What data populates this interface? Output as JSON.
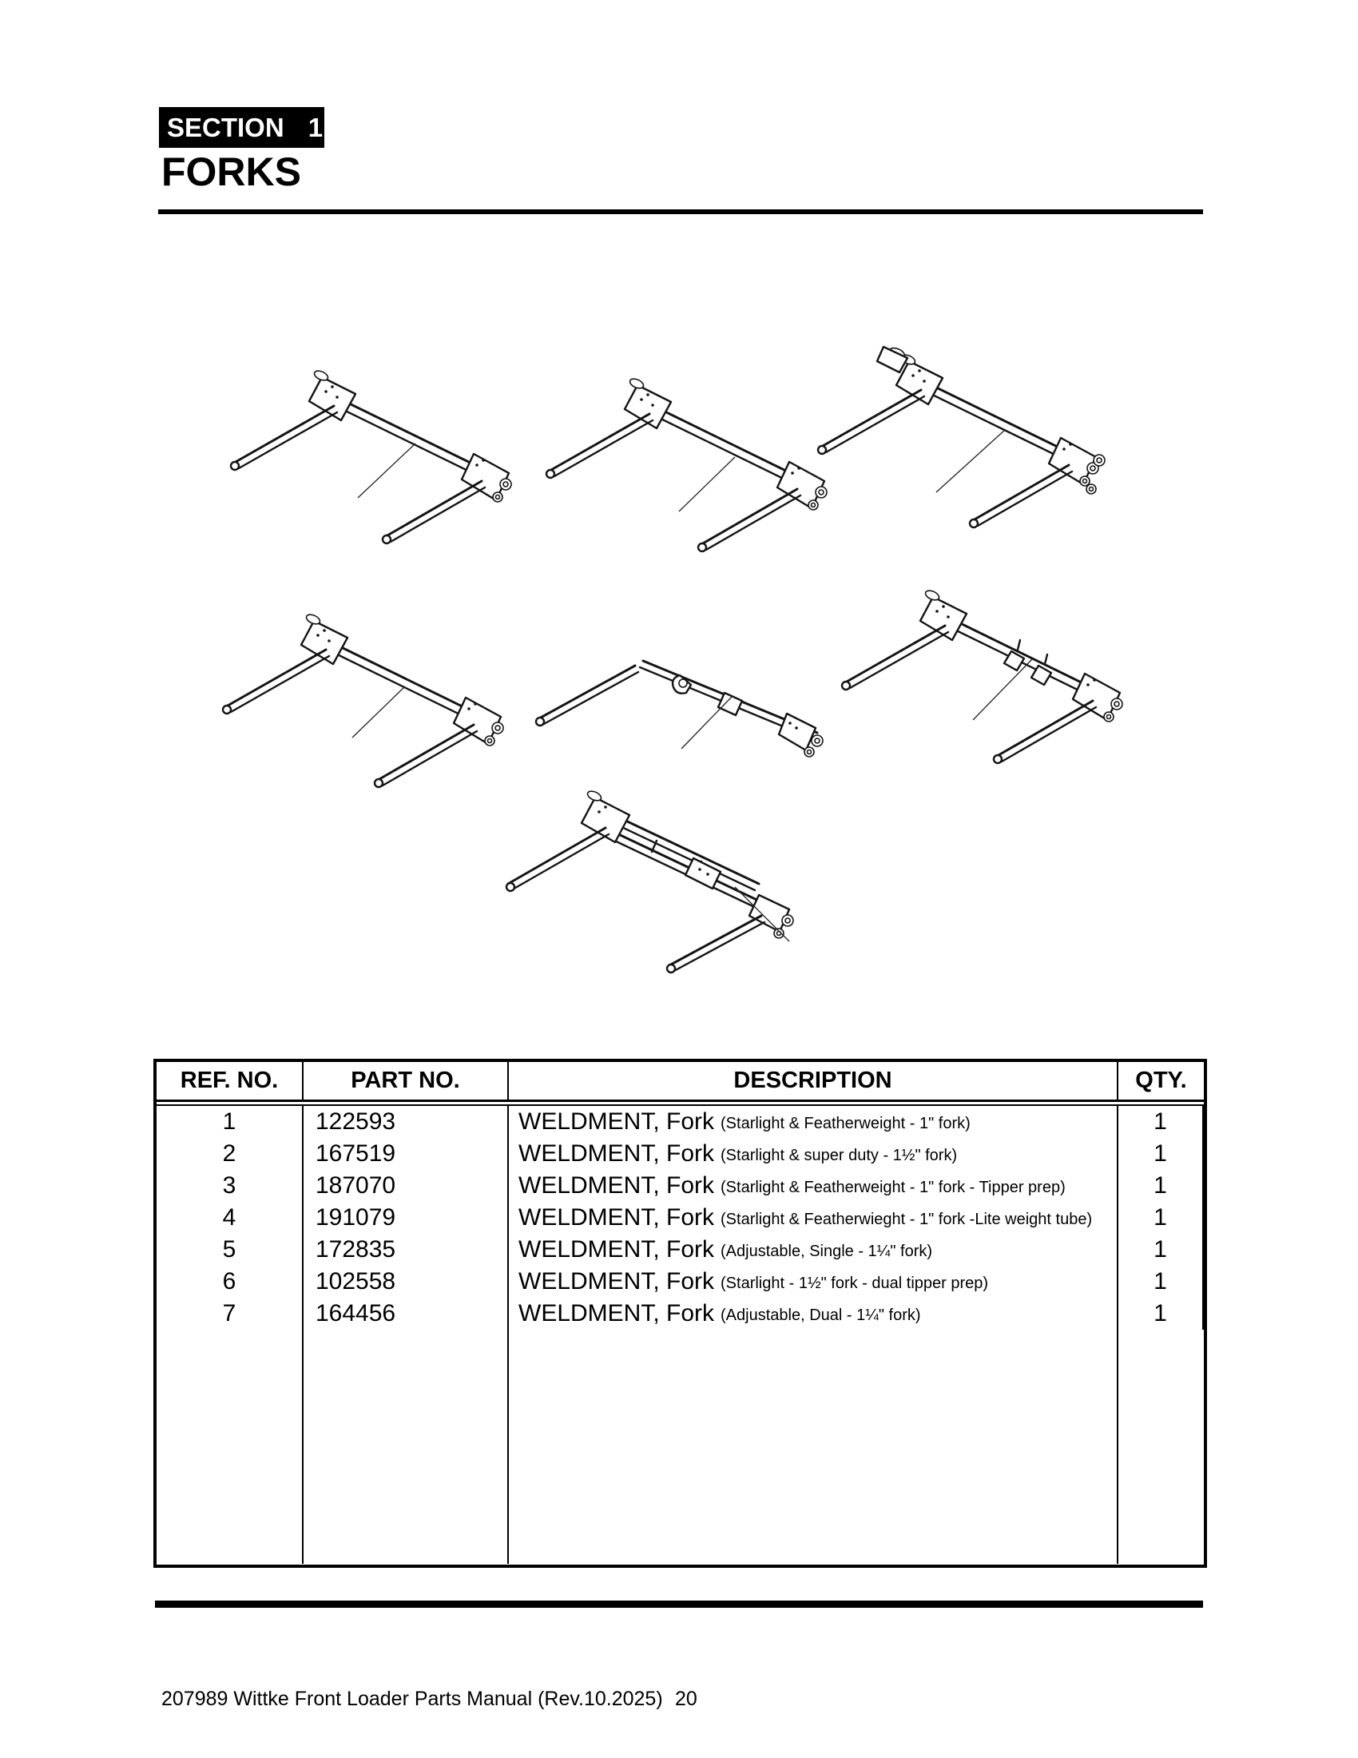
{
  "page": {
    "section_label": "SECTION",
    "section_number": "1",
    "title": "FORKS",
    "footer": {
      "manual": "207989 Wittke Front Loader Parts Manual (Rev.10.2025)",
      "page_number": "20"
    }
  },
  "parts_table": {
    "columns": [
      "REF. NO.",
      "PART NO.",
      "DESCRIPTION",
      "QTY."
    ],
    "rows": [
      {
        "ref": "1",
        "part": "122593",
        "desc_main": "WELDMENT, Fork",
        "desc_detail": "(Starlight & Featherweight - 1\" fork)",
        "qty": "1"
      },
      {
        "ref": "2",
        "part": "167519",
        "desc_main": "WELDMENT, Fork",
        "desc_detail": "(Starlight & super duty - 1½\" fork)",
        "qty": "1"
      },
      {
        "ref": "3",
        "part": "187070",
        "desc_main": "WELDMENT, Fork",
        "desc_detail": "(Starlight & Featherweight - 1\" fork - Tipper prep)",
        "qty": "1"
      },
      {
        "ref": "4",
        "part": "191079",
        "desc_main": "WELDMENT, Fork",
        "desc_detail": "(Starlight & Featherwieght - 1\" fork -Lite weight tube)",
        "qty": "1"
      },
      {
        "ref": "5",
        "part": "172835",
        "desc_main": "WELDMENT, Fork",
        "desc_detail": "(Adjustable, Single - 1¼\" fork)",
        "qty": "1"
      },
      {
        "ref": "6",
        "part": "102558",
        "desc_main": "WELDMENT, Fork",
        "desc_detail": "(Starlight - 1½\" fork - dual tipper prep)",
        "qty": "1"
      },
      {
        "ref": "7",
        "part": "164456",
        "desc_main": "WELDMENT, Fork",
        "desc_detail": "(Adjustable, Dual - 1¼\" fork)",
        "qty": "1"
      }
    ]
  }
}
